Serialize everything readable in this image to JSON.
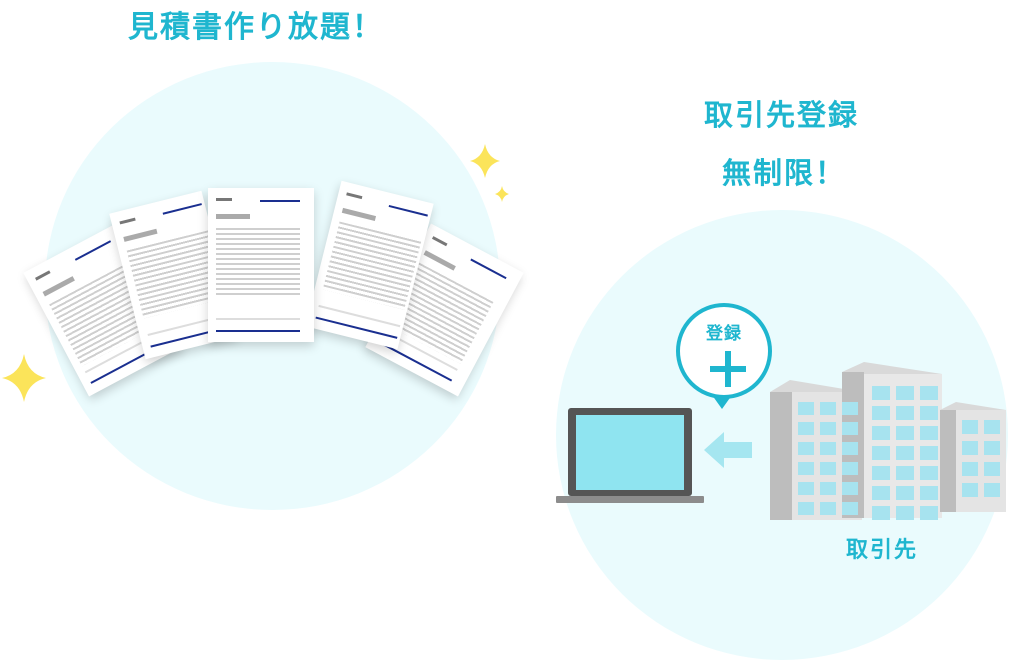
{
  "headings": {
    "estimate": "見積書作り放題！",
    "client_line1": "取引先登録",
    "client_line2": "無制限！"
  },
  "bubble": {
    "label": "登録"
  },
  "client_label": "取引先",
  "colors": {
    "accent": "#1fb6cf",
    "circle_bg": "#eafbfd",
    "sparkle": "#fbe45a",
    "screen": "#8fe4f0",
    "laptop_frame": "#555555",
    "doc_line": "#1a2f90"
  },
  "icons": [
    "sparkle-icon",
    "laptop-icon",
    "arrow-left-icon",
    "building-icon",
    "plus-icon",
    "document-icon"
  ]
}
